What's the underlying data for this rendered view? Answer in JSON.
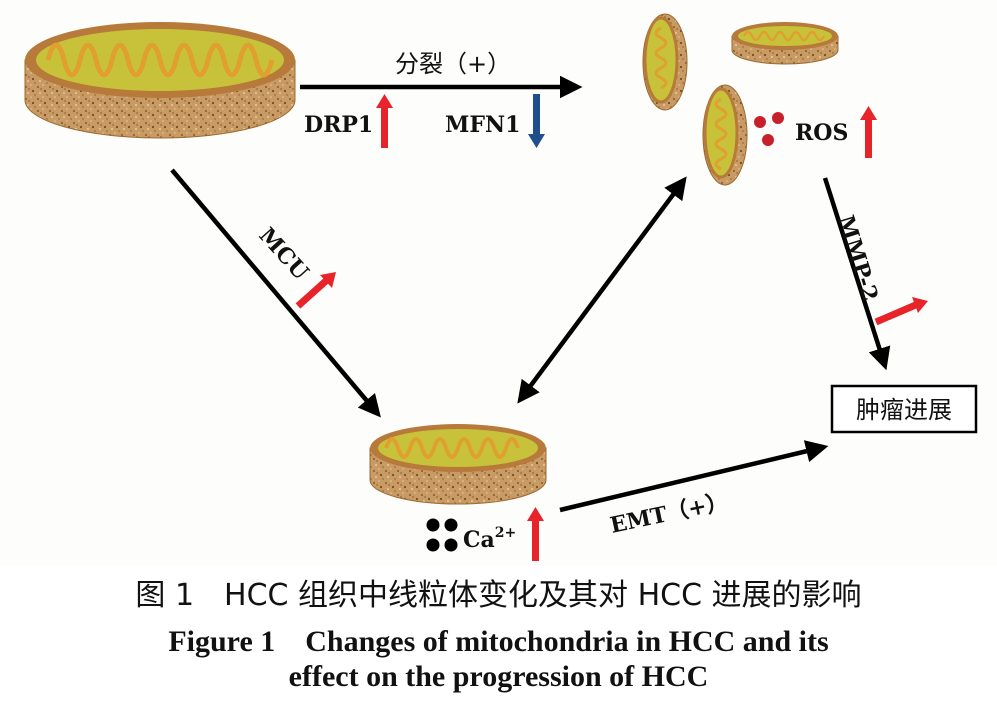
{
  "labels": {
    "fission": "分裂（+）",
    "drp1": "DRP1",
    "mfn1": "MFN1",
    "ros": "ROS",
    "mcu": "MCU",
    "mmp2": "MMP-2",
    "progression": "肿瘤进展",
    "ca_base": "Ca",
    "ca_sup": "2+",
    "emt": "EMT（+）"
  },
  "caption": {
    "cn": "图 1　HCC 组织中线粒体变化及其对 HCC 进展的影响",
    "en_line1": "Figure 1　Changes of mitochondria in HCC and its",
    "en_line2": "effect on the progression of HCC"
  },
  "colors": {
    "up_arrow": "#e8242b",
    "down_arrow": "#1f4e8c",
    "matrix": "#c8c23a",
    "crista": "#e0a030",
    "membrane": "#b87a3a",
    "ros_dot": "#c8202a"
  }
}
